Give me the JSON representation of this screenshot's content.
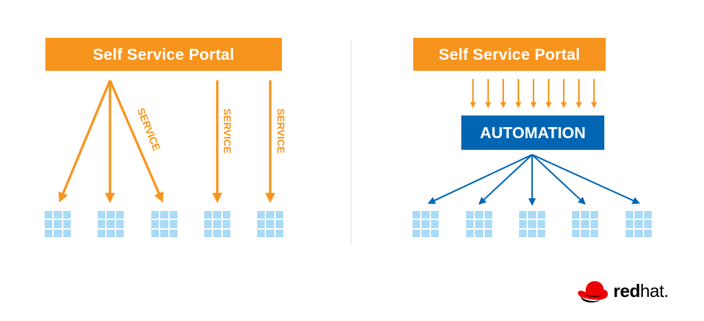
{
  "left_panel": {
    "portal_label": "Self Service Portal",
    "service_labels": [
      "SERVICE",
      "SERVICE",
      "SERVICE"
    ]
  },
  "right_panel": {
    "portal_label": "Self Service Portal",
    "automation_label": "AUTOMATION"
  },
  "logo": {
    "word_bold": "red",
    "word_light": "hat."
  },
  "colors": {
    "orange": "#f7941d",
    "blue": "#0066b3",
    "server": "#a9dbf7",
    "divider": "#d9d9d9",
    "hat_red": "#ee0000"
  }
}
